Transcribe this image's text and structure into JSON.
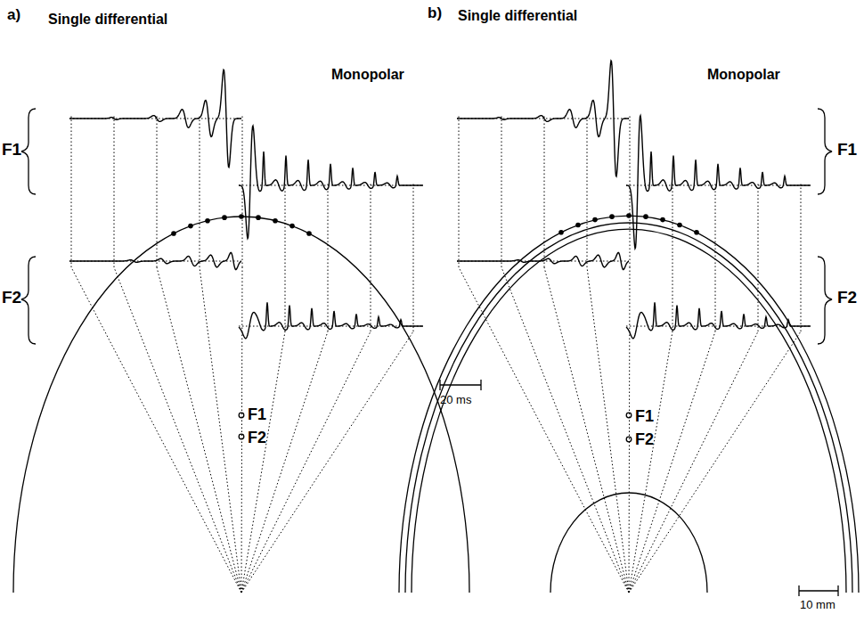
{
  "diagram": {
    "labels": [
      "a)",
      "Single differential",
      "Monopolar",
      "F1",
      "F2",
      "F1",
      "F2",
      "b)",
      "Single differential",
      "Monopolar",
      "F1",
      "F2",
      "F1",
      "F2",
      "20 ms",
      "10 mm"
    ]
  }
}
